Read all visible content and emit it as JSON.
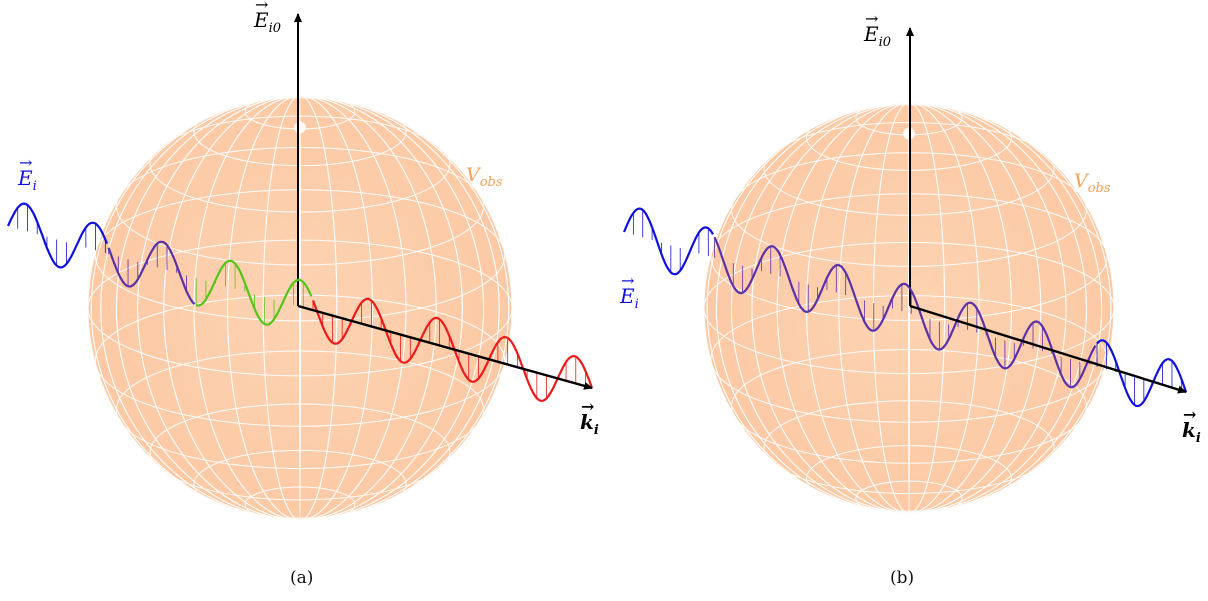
{
  "colors": {
    "sphere": "#fcc9a4",
    "grid": "#ffffff",
    "axis": "#000000",
    "incident_wave": "#1010dd",
    "inside_wave": "#5b30a8",
    "green_wave": "#55c41a",
    "red_wave": "#ee1a1a",
    "vobs_text": "#f4a15a"
  },
  "panels": [
    {
      "id": "a",
      "caption": "(a)",
      "labels": {
        "E0_main": "E",
        "E0_sub": "i0",
        "Ei_main": "E",
        "Ei_sub": "i",
        "k_main": "k",
        "k_sub": "i",
        "V_main": "V",
        "V_sub": "obs"
      },
      "wave_segments": [
        "blue",
        "purple",
        "green",
        "red"
      ]
    },
    {
      "id": "b",
      "caption": "(b)",
      "labels": {
        "E0_main": "E",
        "E0_sub": "i0",
        "Ei_main": "E",
        "Ei_sub": "i",
        "k_main": "k",
        "k_sub": "i",
        "V_main": "V",
        "V_sub": "obs"
      },
      "wave_segments": [
        "blue",
        "purple",
        "blue"
      ]
    }
  ]
}
